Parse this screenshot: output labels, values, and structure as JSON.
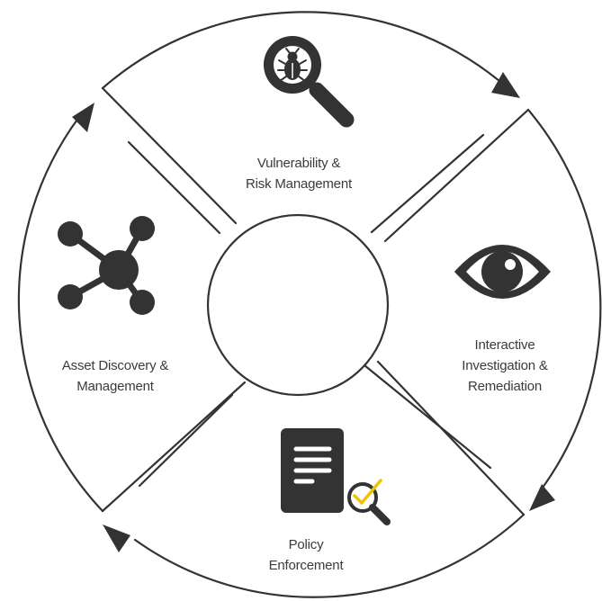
{
  "segments": {
    "vulnerability": {
      "line1": "Vulnerability &",
      "line2": "Risk Management",
      "icon": "bug-magnifier-icon"
    },
    "interactive": {
      "line1": "Interactive",
      "line2": "Investigation &",
      "line3": "Remediation",
      "icon": "eye-icon"
    },
    "policy": {
      "line1": "Policy",
      "line2": "Enforcement",
      "icon": "document-check-icon"
    },
    "asset": {
      "line1": "Asset Discovery &",
      "line2": "Management",
      "icon": "network-nodes-icon"
    }
  },
  "colors": {
    "stroke": "#333333",
    "icon": "#333333",
    "check": "#f2c200",
    "text": "#3b3b3b"
  }
}
